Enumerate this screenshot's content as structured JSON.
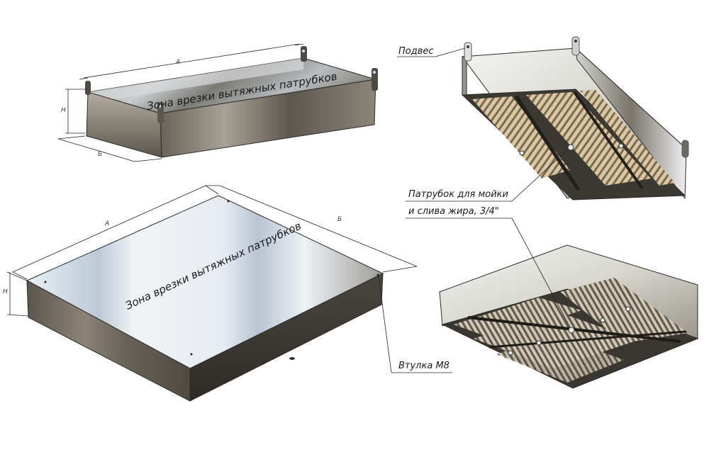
{
  "hood1": {
    "zone_label": "Зона врезки вытяжных патрубков",
    "dim_a": "А",
    "dim_b": "Б",
    "dim_h": "Н"
  },
  "hood2": {
    "zone_label": "Зона врезки вытяжных патрубков",
    "dim_a": "А",
    "dim_b": "Б",
    "dim_h": "Н"
  },
  "callouts": {
    "hanger": "Подвес",
    "drain_line1": "Патрубок для мойки",
    "drain_line2": "и слива жира, 3/4\"",
    "bushing": "Втулка М8"
  },
  "colors": {
    "steel_light": "#e6eef3",
    "steel_mid": "#8a8f96",
    "steel_dark": "#4a4640",
    "line": "#222222"
  }
}
